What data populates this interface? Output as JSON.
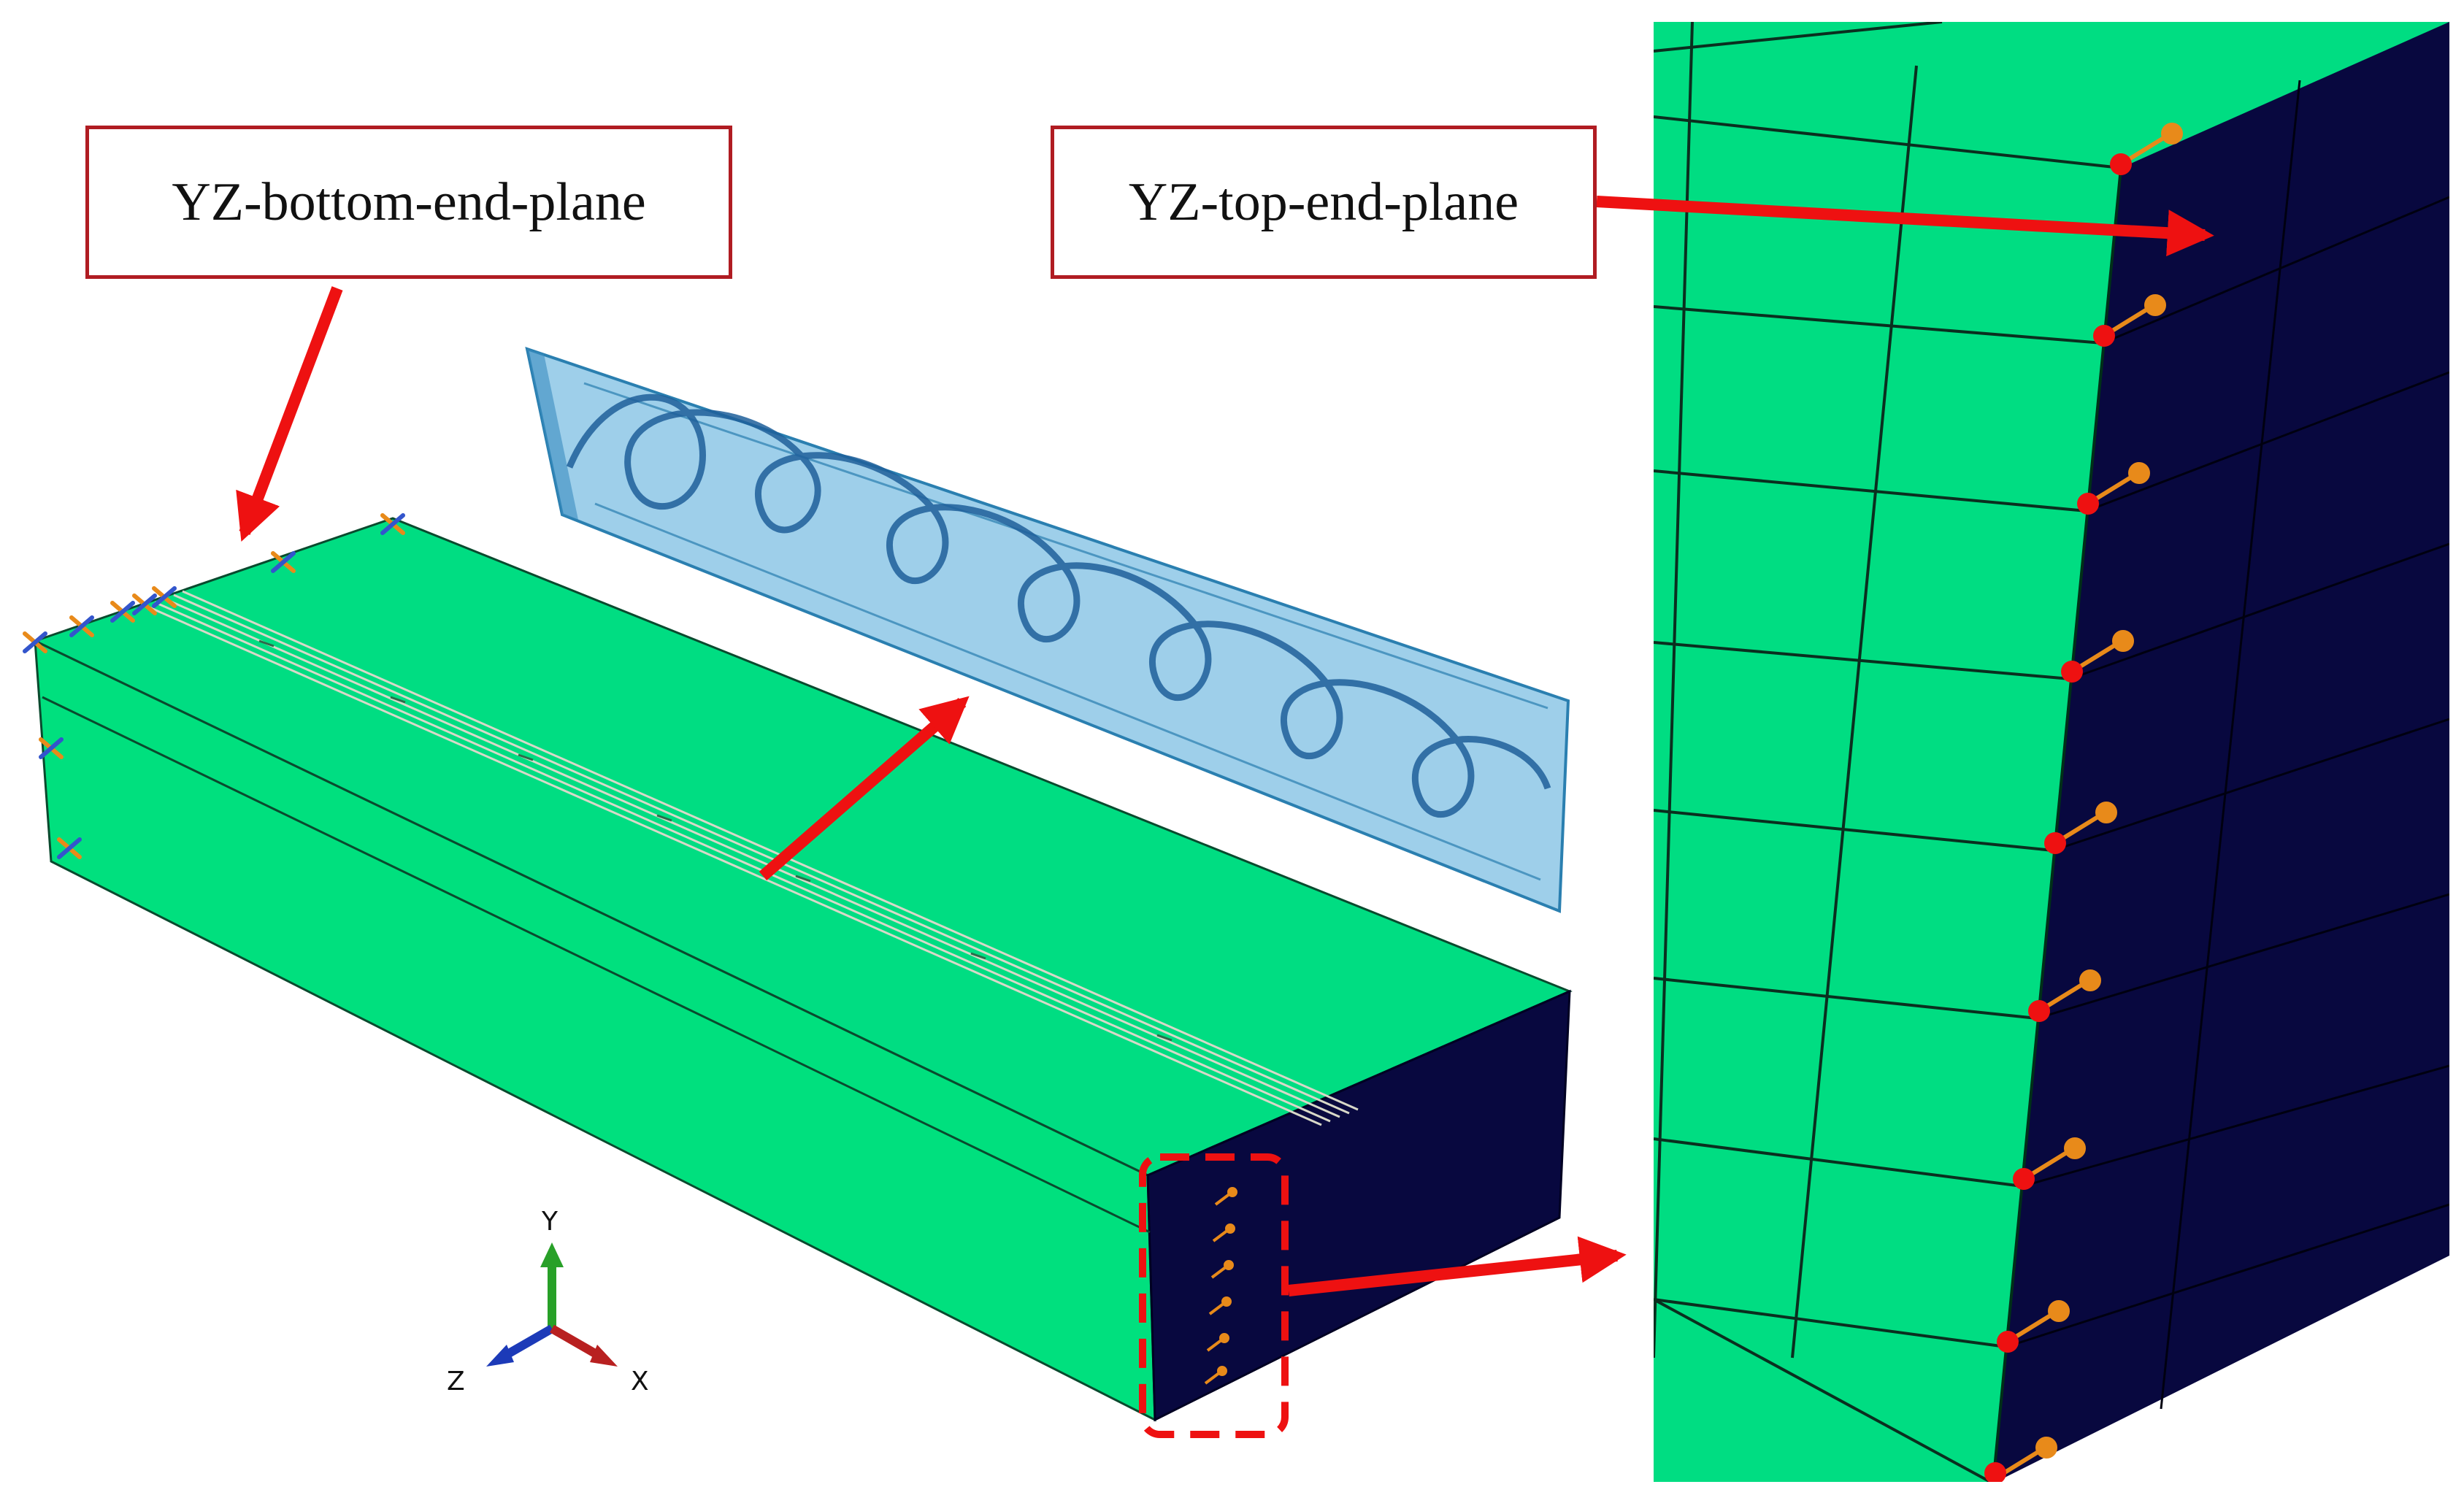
{
  "labels": {
    "bottom_plane": "YZ-bottom-end-plane",
    "top_plane": "YZ-top-end-plane"
  },
  "axes_triad": {
    "y": "Y",
    "z": "Z",
    "x": "X"
  },
  "colors": {
    "model_face": "#00dd82",
    "end_face": "#08083f",
    "arrow": "#ee1111",
    "callout_border": "#b01c22",
    "insert_panel": "#4ea8d8"
  },
  "icons": [
    "boundary-condition-marker-icon",
    "load-arrow-icon",
    "axes-triad-icon"
  ]
}
